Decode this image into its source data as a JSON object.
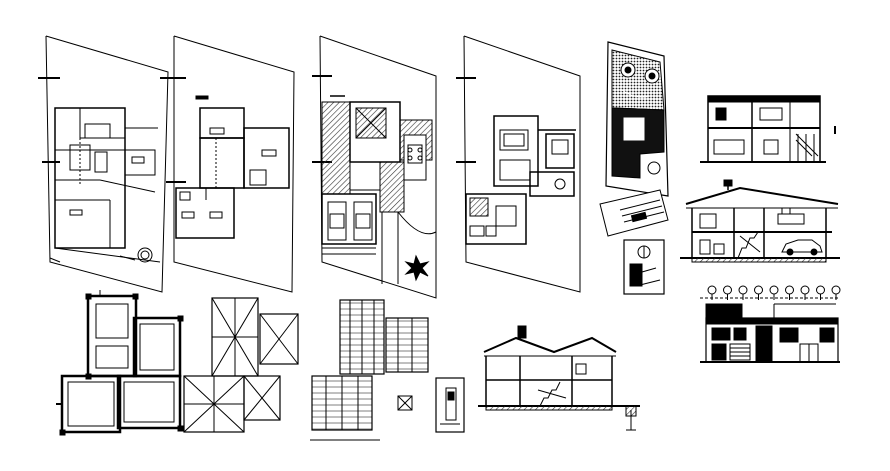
{
  "sheet": {
    "background": "#ffffff",
    "ink": "#000000",
    "fill_dark": "#1a1a1a",
    "hatch": "#555555"
  },
  "drawings": [
    {
      "id": "plan-ground-floor",
      "kind": "floor-plan"
    },
    {
      "id": "plan-first-floor",
      "kind": "floor-plan"
    },
    {
      "id": "plan-furnished-ground",
      "kind": "floor-plan"
    },
    {
      "id": "plan-furnished-first",
      "kind": "floor-plan"
    },
    {
      "id": "site-plan",
      "kind": "site-plan"
    },
    {
      "id": "section-a",
      "kind": "section"
    },
    {
      "id": "section-b",
      "kind": "section"
    },
    {
      "id": "key-detail",
      "kind": "detail"
    },
    {
      "id": "front-elevation",
      "kind": "elevation"
    },
    {
      "id": "column-grid-plan",
      "kind": "structural-plan"
    },
    {
      "id": "slab-plan",
      "kind": "structural-plan"
    },
    {
      "id": "roof-framing-plan",
      "kind": "structural-plan"
    },
    {
      "id": "section-c",
      "kind": "section"
    },
    {
      "id": "small-detail",
      "kind": "detail"
    }
  ],
  "grid_bubbles": [
    "",
    "",
    "",
    "",
    "",
    "",
    "",
    "",
    ""
  ]
}
